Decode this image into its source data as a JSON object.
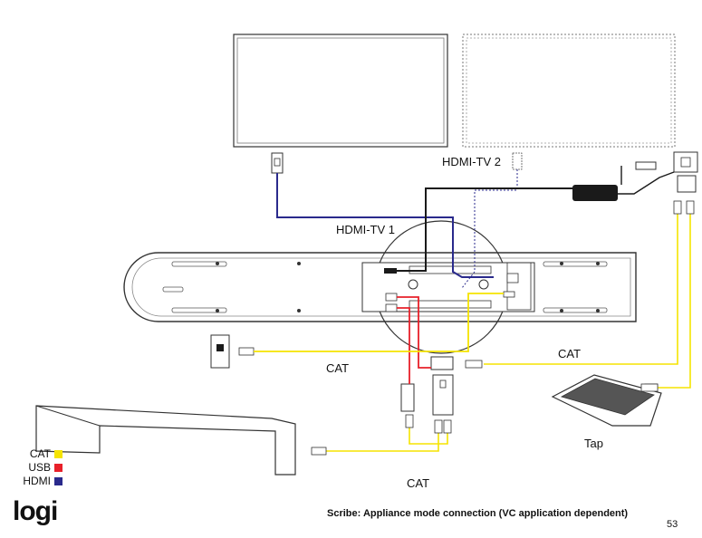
{
  "labels": {
    "hdmi_tv2": "HDMI-TV 2",
    "hdmi_tv1": "HDMI-TV 1",
    "cat_left": "CAT",
    "cat_right": "CAT",
    "cat_bottom": "CAT",
    "tap": "Tap"
  },
  "legend": {
    "items": [
      {
        "label": "CAT",
        "color": "#f5e400"
      },
      {
        "label": "USB",
        "color": "#e8202a"
      },
      {
        "label": "HDMI",
        "color": "#2a2a8c"
      }
    ]
  },
  "brand": "logi",
  "caption": "Scribe: Appliance mode connection (VC application dependent)",
  "page_number": "53",
  "colors": {
    "cat": "#f5e400",
    "usb": "#e8202a",
    "hdmi": "#2a2a8c",
    "power": "#1a1a1a",
    "outline": "#333333"
  }
}
